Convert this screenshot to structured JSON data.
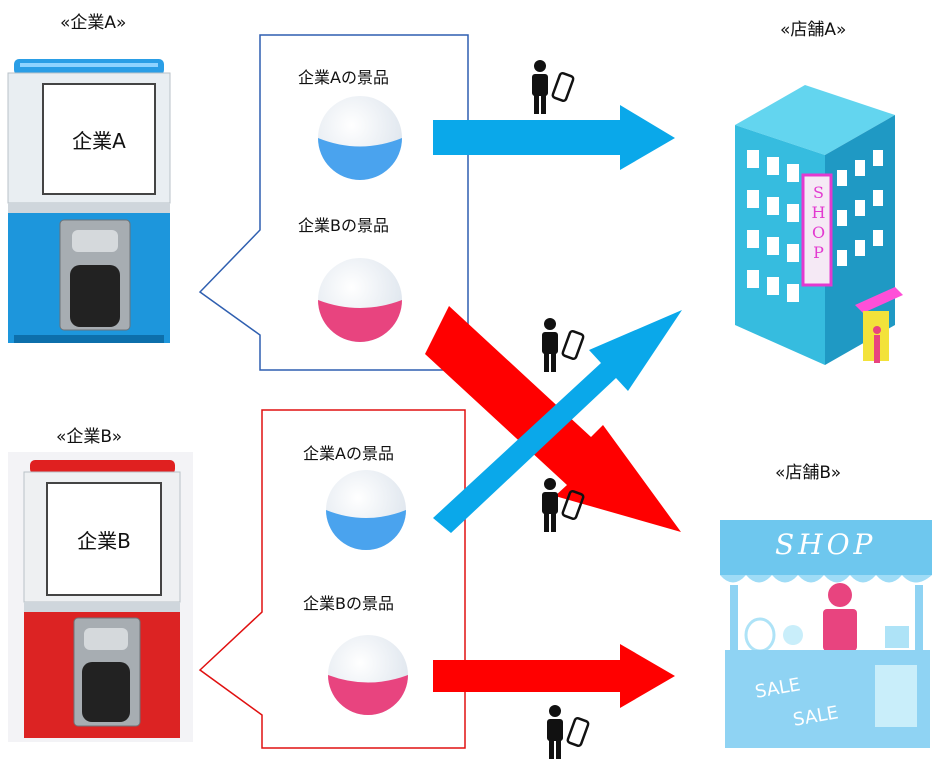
{
  "companies": [
    {
      "header": "«企業A»",
      "card": "企業A",
      "color": "#1a9be0",
      "bubble_border": "#2f5fb0"
    },
    {
      "header": "«企業B»",
      "card": "企業B",
      "color": "#e82525",
      "bubble_border": "#e01010"
    }
  ],
  "stores": [
    {
      "header": "«店舗A»",
      "sign": "SHOP"
    },
    {
      "header": "«店舗B»",
      "sign": "SHOP",
      "sale1": "SALE",
      "sale2": "SALE"
    }
  ],
  "prizes": {
    "a": "企業Aの景品",
    "b": "企業Bの景品"
  },
  "colors": {
    "arrow_blue": "#0aa8ea",
    "arrow_red": "#ff0000",
    "capsule_blue": "#4aa3ee",
    "capsule_pink": "#e8447f"
  },
  "icons": [
    "person-with-phone-icon"
  ]
}
